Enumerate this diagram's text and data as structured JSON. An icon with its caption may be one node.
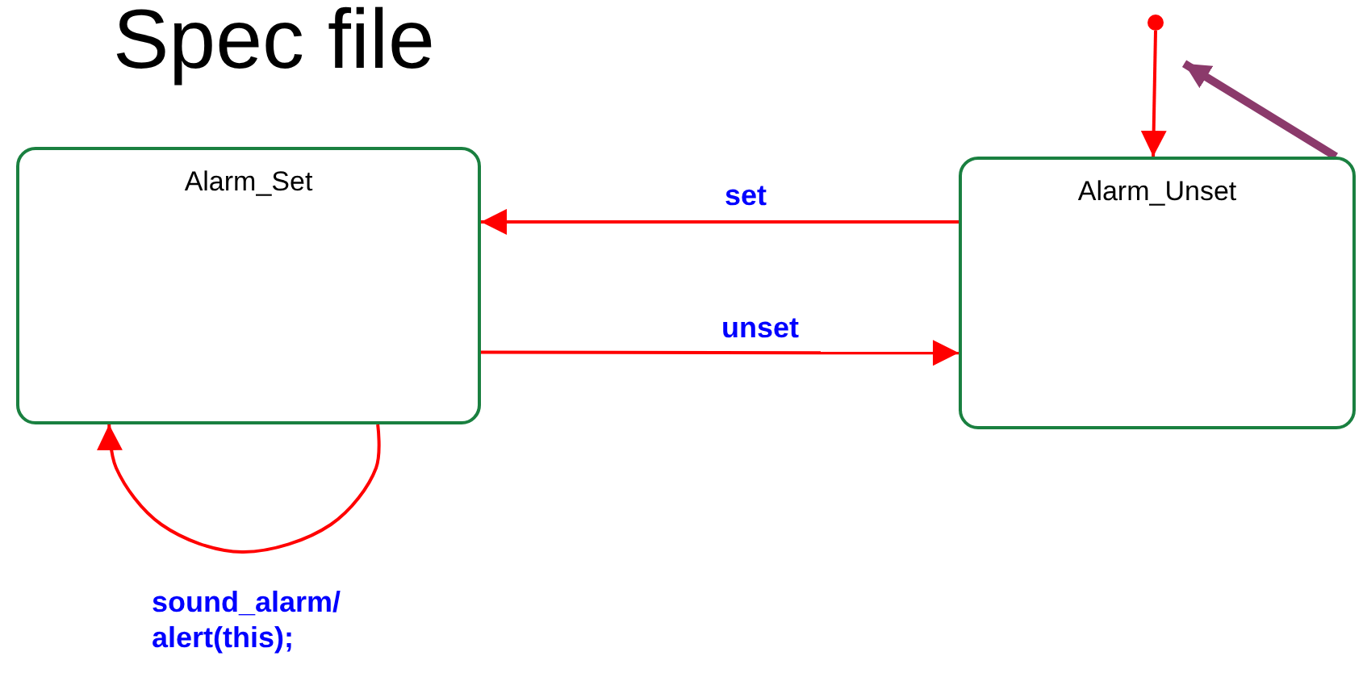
{
  "diagram": {
    "title": "Spec file",
    "nodes": [
      {
        "text": [
          "Alarm_Set"
        ]
      },
      {
        "text": [
          "Alarm_Unset"
        ]
      },
      {
        "text": [],
        "shape": "circle"
      }
    ],
    "edges": [
      {
        "from": 1,
        "to": 0,
        "label": "set",
        "arrow": "to"
      },
      {
        "from": 0,
        "to": 1,
        "label": "unset",
        "arrow": "to"
      },
      {
        "from": 0,
        "to": 0,
        "label": "sound_alarm/ alert(this);",
        "arrow": "to"
      },
      {
        "from": 2,
        "to": 1,
        "arrow": "to"
      },
      {
        "from": 1,
        "to": 2,
        "arrow": "to",
        "style": "thick",
        "color": "#8b3a6b"
      }
    ]
  }
}
